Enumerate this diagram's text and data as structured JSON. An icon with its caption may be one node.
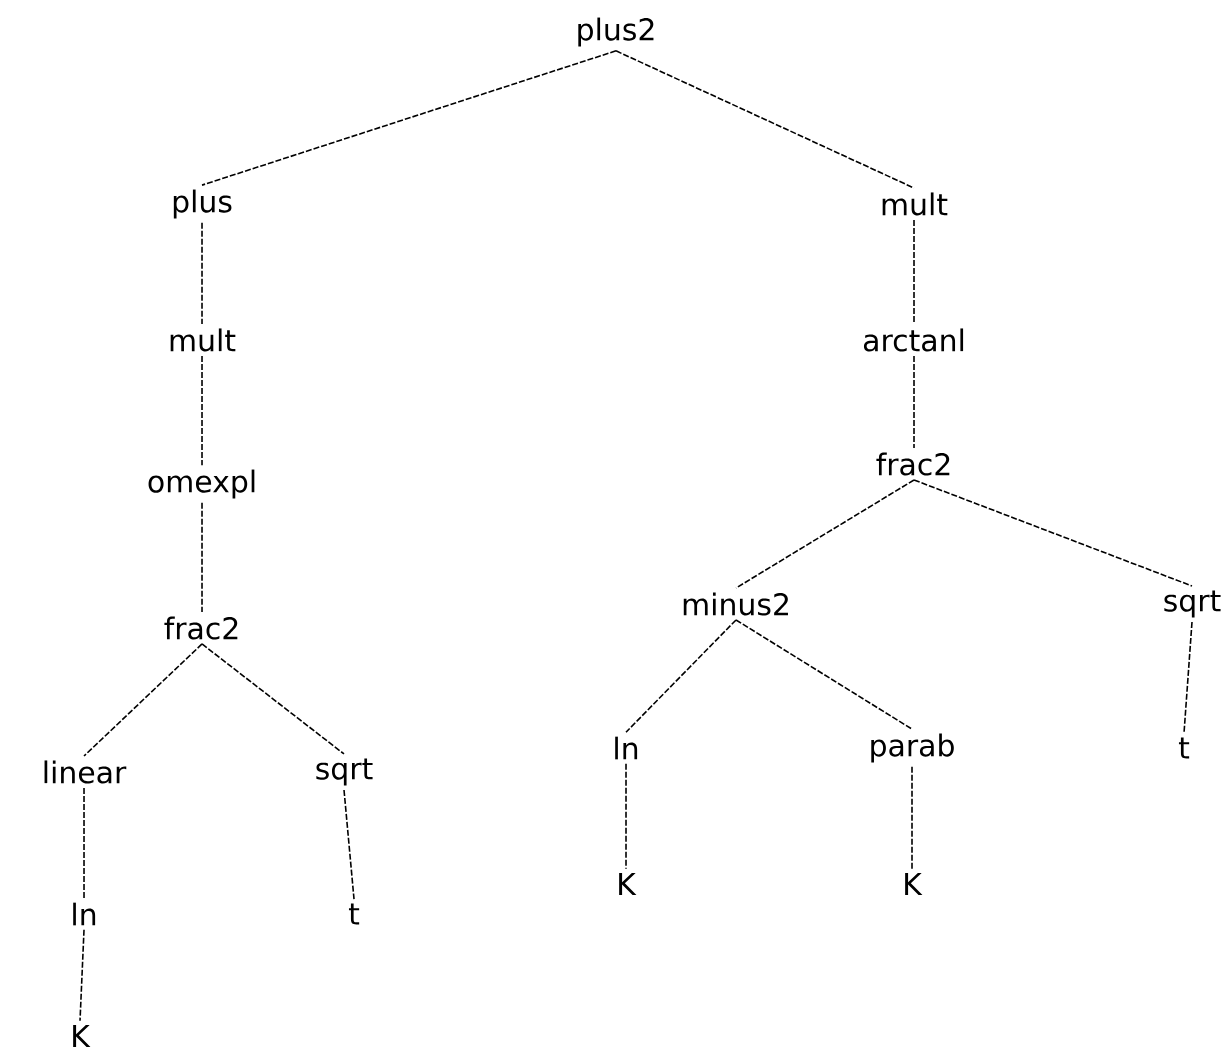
{
  "diagram": {
    "nodes": [
      {
        "text": [
          "plus2"
        ]
      },
      {
        "text": [
          "plus"
        ]
      },
      {
        "text": [
          "mult"
        ]
      },
      {
        "text": [
          "mult"
        ]
      },
      {
        "text": [
          "arctanl"
        ]
      },
      {
        "text": [
          "omexpl"
        ]
      },
      {
        "text": [
          "frac2"
        ]
      },
      {
        "text": [
          "frac2"
        ]
      },
      {
        "text": [
          "minus2"
        ]
      },
      {
        "text": [
          "sqrt"
        ]
      },
      {
        "text": [
          "linear"
        ]
      },
      {
        "text": [
          "sqrt"
        ]
      },
      {
        "text": [
          "ln"
        ]
      },
      {
        "text": [
          "parab"
        ]
      },
      {
        "text": [
          "t"
        ]
      },
      {
        "text": [
          "ln"
        ]
      },
      {
        "text": [
          "t"
        ]
      },
      {
        "text": [
          "K"
        ]
      },
      {
        "text": [
          "K"
        ]
      },
      {
        "text": [
          "K"
        ]
      }
    ],
    "edges": [
      {
        "from": 0,
        "to": 1,
        "arrow": "none"
      },
      {
        "from": 0,
        "to": 2,
        "arrow": "none"
      },
      {
        "from": 1,
        "to": 3,
        "arrow": "none"
      },
      {
        "from": 3,
        "to": 5,
        "arrow": "none"
      },
      {
        "from": 5,
        "to": 7,
        "arrow": "none"
      },
      {
        "from": 7,
        "to": 10,
        "arrow": "none"
      },
      {
        "from": 7,
        "to": 11,
        "arrow": "none"
      },
      {
        "from": 10,
        "to": 15,
        "arrow": "none"
      },
      {
        "from": 15,
        "to": 19,
        "arrow": "none"
      },
      {
        "from": 11,
        "to": 16,
        "arrow": "none"
      },
      {
        "from": 2,
        "to": 4,
        "arrow": "none"
      },
      {
        "from": 4,
        "to": 6,
        "arrow": "none"
      },
      {
        "from": 6,
        "to": 8,
        "arrow": "none"
      },
      {
        "from": 6,
        "to": 9,
        "arrow": "none"
      },
      {
        "from": 8,
        "to": 12,
        "arrow": "none"
      },
      {
        "from": 8,
        "to": 13,
        "arrow": "none"
      },
      {
        "from": 12,
        "to": 17,
        "arrow": "none"
      },
      {
        "from": 13,
        "to": 18,
        "arrow": "none"
      },
      {
        "from": 9,
        "to": 14,
        "arrow": "none"
      }
    ]
  }
}
